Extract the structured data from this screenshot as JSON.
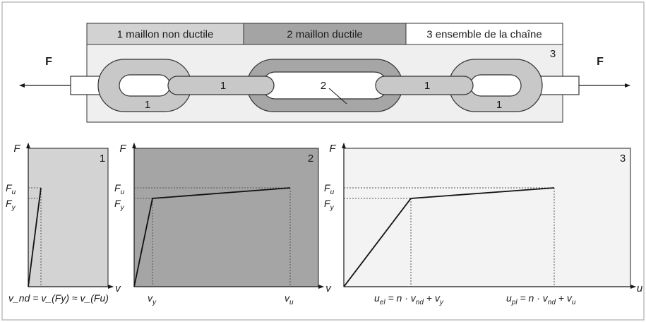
{
  "legend": {
    "cell1": "1 maillon non ductile",
    "cell2": "2 maillon ductile",
    "cell3": "3 ensemble de la chaîne",
    "colors": {
      "cell1": "#d2d2d2",
      "cell2": "#a4a4a4",
      "cell3": "#ffffff"
    }
  },
  "chain": {
    "force_left": "F",
    "force_right": "F",
    "panel_number": "3",
    "upper_link_labels": [
      "1",
      "1"
    ],
    "lower_link_labels": [
      "1",
      "1"
    ],
    "ductile_link_label": "2",
    "colors": {
      "panel_bg": "#efefef",
      "nonductile": "#c8c8c8",
      "ductile": "#a6a6a6"
    }
  },
  "graphs": {
    "graph1": {
      "number": "1",
      "y_axis": "F",
      "x_axis": "v",
      "fu_base": "F",
      "fu_sub": "u",
      "fy_base": "F",
      "fy_sub": "y",
      "x_caption": "v_nd = v_(Fy) ≈ v_(Fu)",
      "bg": "#d3d3d3"
    },
    "graph2": {
      "number": "2",
      "y_axis": "F",
      "x_axis": "v",
      "fu_base": "F",
      "fu_sub": "u",
      "fy_base": "F",
      "fy_sub": "y",
      "vy_base": "v",
      "vy_sub": "y",
      "vu_base": "v",
      "vu_sub": "u",
      "bg": "#a5a5a5"
    },
    "graph3": {
      "number": "3",
      "y_axis": "F",
      "x_axis": "u",
      "fu_base": "F",
      "fu_sub": "u",
      "fy_base": "F",
      "fy_sub": "y",
      "uel_base": "u",
      "uel_sub": "el",
      "uel_rest": " = n · v",
      "uel_sub2": "nd",
      "uel_tail": " + v",
      "uel_sub3": "y",
      "upl_base": "u",
      "upl_sub": "pl",
      "upl_rest": " = n · v",
      "upl_sub2": "nd",
      "upl_tail": " + v",
      "upl_sub3": "u",
      "bg": "#f3f3f3"
    }
  }
}
